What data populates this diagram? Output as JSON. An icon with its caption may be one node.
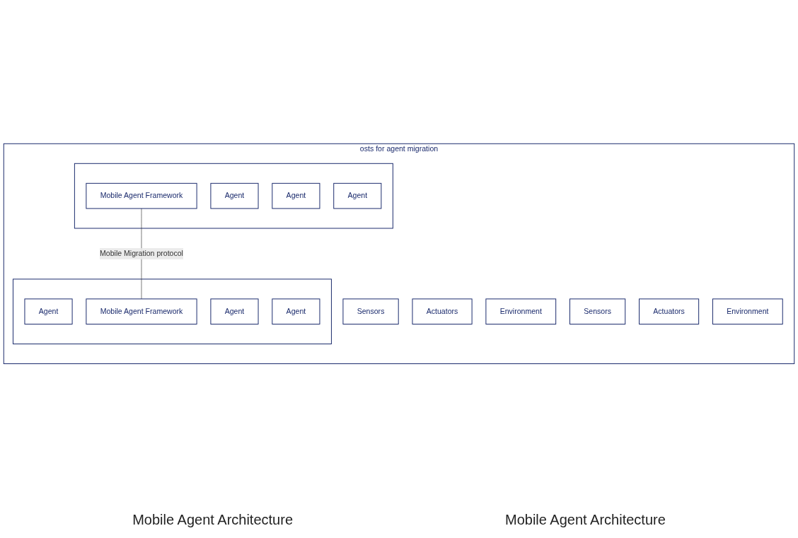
{
  "diagram": {
    "nodes": [
      {
        "text": [
          "osts for agent migration"
        ]
      },
      {
        "text": [],
        "shape": "box",
        "in": 0
      },
      {
        "text": [
          "Agent"
        ],
        "in": 1
      },
      {
        "text": [
          "Agent"
        ],
        "in": 1
      },
      {
        "text": [
          "Agent"
        ],
        "in": 1
      },
      {
        "text": [
          "Mobile Agent Framework"
        ],
        "in": 1
      },
      {
        "text": [
          "Sensors"
        ],
        "in": 0
      },
      {
        "text": [
          "Actuators"
        ],
        "in": 0
      },
      {
        "text": [
          "Environment"
        ],
        "in": 0
      },
      {
        "text": [],
        "shape": "box",
        "in": 0
      },
      {
        "text": [
          "Agent"
        ],
        "in": 9
      },
      {
        "text": [
          "Agent"
        ],
        "in": 9
      },
      {
        "text": [
          "Agent"
        ],
        "in": 9
      },
      {
        "text": [
          "Mobile Agent Framework"
        ],
        "in": 9
      },
      {
        "text": [
          "Sensors"
        ],
        "in": 0
      },
      {
        "text": [
          "Actuators"
        ],
        "in": 0
      },
      {
        "text": [
          "Environment"
        ],
        "in": 0
      }
    ],
    "edges": [
      {
        "from": 5,
        "to": 13,
        "arrow": "none",
        "label": "Mobile Migration protocol"
      }
    ],
    "labels": [
      "Mobile Agent Architecture",
      "Mobile Agent Architecture"
    ]
  }
}
